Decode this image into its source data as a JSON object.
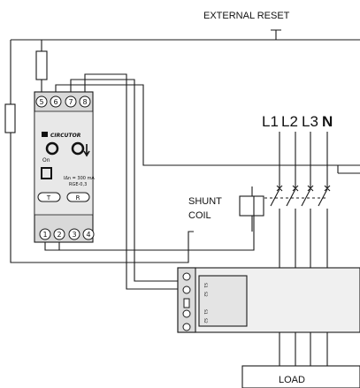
{
  "labels": {
    "external_reset": "EXTERNAL RESET",
    "phases": [
      "L1",
      "L2",
      "L3"
    ],
    "neutral": "N",
    "shunt_coil_line1": "SHUNT",
    "shunt_coil_line2": "COIL",
    "load": "LOAD"
  },
  "relay": {
    "brand": "CIRCUTOR",
    "on_label": "On",
    "spec_line1": "IΔn = 300 mA",
    "spec_line2": "RGE-0,3",
    "button_test": "T",
    "button_reset": "R",
    "top_terminals": [
      "5",
      "6",
      "7",
      "8"
    ],
    "bottom_terminals": [
      "1",
      "2",
      "3",
      "4"
    ]
  },
  "transformer": {
    "marks_top": [
      "S1",
      "S2"
    ],
    "marks_bottom": [
      "S1",
      "S2"
    ]
  },
  "colors": {
    "line": "#1a1a1a",
    "relay_body": "#d9d9d9"
  }
}
